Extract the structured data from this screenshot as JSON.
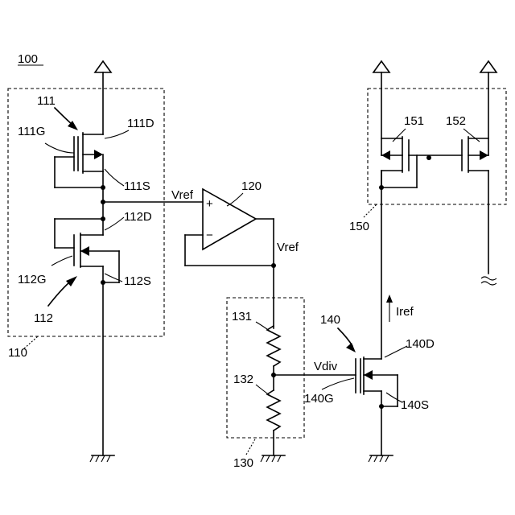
{
  "figure": {
    "number": "100",
    "blocks": {
      "reference_block": "110",
      "op_amp": "120",
      "divider": "130",
      "output_transistor": "140",
      "current_mirror": "150"
    },
    "transistors": {
      "t111": {
        "label": "111",
        "gate": "111G",
        "drain": "111D",
        "source": "111S"
      },
      "t112": {
        "label": "112",
        "gate": "112G",
        "drain": "112D",
        "source": "112S"
      },
      "t140": {
        "label": "140",
        "gate": "140G",
        "drain": "140D",
        "source": "140S"
      },
      "t151": {
        "label": "151"
      },
      "t152": {
        "label": "152"
      }
    },
    "resistors": {
      "r131": "131",
      "r132": "132"
    },
    "signals": {
      "vref_in": "Vref",
      "vref_out": "Vref",
      "vdiv": "Vdiv",
      "iref": "Iref",
      "plus": "+",
      "minus": "−"
    }
  }
}
